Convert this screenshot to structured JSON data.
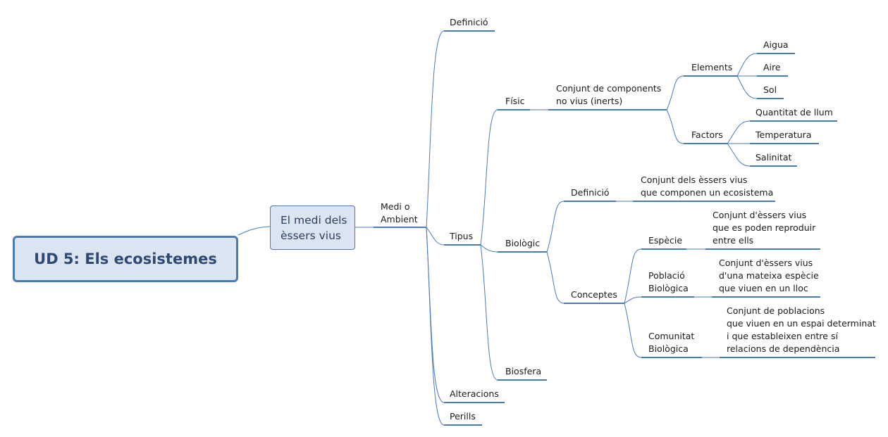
{
  "colors": {
    "line": "#4a7ab8",
    "underline": "#4a7ab8",
    "node_fill": "#dbe5f1",
    "root_text": "#2e4a73"
  },
  "root": {
    "label": "UD 5: Els ecosistemes"
  },
  "main": {
    "label": "El medi dels\nèssers vius"
  },
  "nodes": {
    "medi": "Medi o\nAmbient",
    "definicio1": "Definició",
    "tipus": "Tipus",
    "alteracions": "Alteracions",
    "perills": "Perills",
    "fisic": "Físic",
    "conjunt_comp": "Conjunt de components\nno vius (inerts)",
    "elements": "Elements",
    "aigua": "Aigua",
    "aire": "Aire",
    "sol": "Sol",
    "factors": "Factors",
    "quantitat": "Quantitat de llum",
    "temperatura": "Temperatura",
    "salinitat": "Salinitat",
    "biologic": "Biològic",
    "definicio2": "Definició",
    "def2_text": "Conjunt dels èssers vius\nque componen un ecosistema",
    "conceptes": "Conceptes",
    "especie": "Espècie",
    "especie_text": "Conjunt d'èssers vius\nque es poden reproduir\nentre ells",
    "poblacio": "Població\nBiològica",
    "poblacio_text": "Conjunt d'èssers vius\nd'una mateixa espècie\nque viuen en un lloc",
    "comunitat": "Comunitat\nBiològica",
    "comunitat_text": "Conjunt de poblacions\nque viuen en un espai determinat\ni que estableixen entre sí\nrelacions de dependència",
    "biosfera": "Biosfera"
  }
}
